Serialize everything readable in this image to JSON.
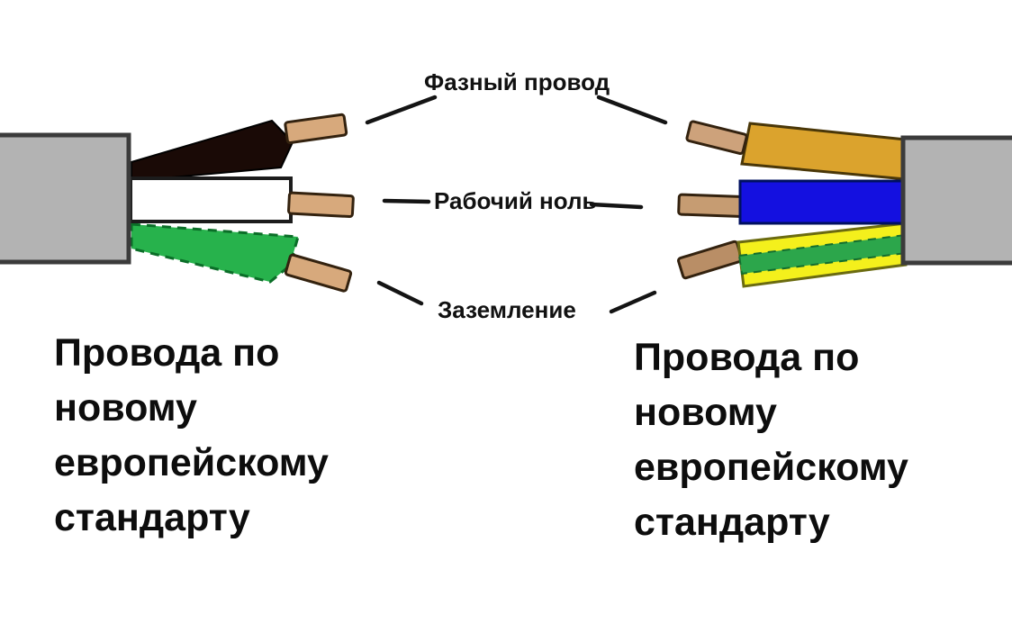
{
  "labels": {
    "phase": "Фазный провод",
    "neutral": "Рабочий ноль",
    "ground": "Заземление"
  },
  "captions": {
    "left": "Провода по\nновому\nевропейскому\nстандарту",
    "right": "Провода по\nновому\nевропейскому\nстандарту"
  },
  "colors": {
    "sheath": "#b3b3b3",
    "sheath_border": "#3b3b3b",
    "copper_left": "#d7a97c",
    "copper_right_top": "#cda27b",
    "copper_right_mid": "#c69c72",
    "copper_right_bottom": "#b98e66",
    "left_phase_wire": "#1a0a06",
    "left_neutral_wire": "#ffffff",
    "left_ground_wire": "#27b24c",
    "right_phase_wire": "#dba32d",
    "right_neutral_wire": "#1410e0",
    "right_ground_wire_yellow": "#f4f01c",
    "right_ground_wire_stripe": "#2ca64b",
    "connector_line": "#141414"
  }
}
